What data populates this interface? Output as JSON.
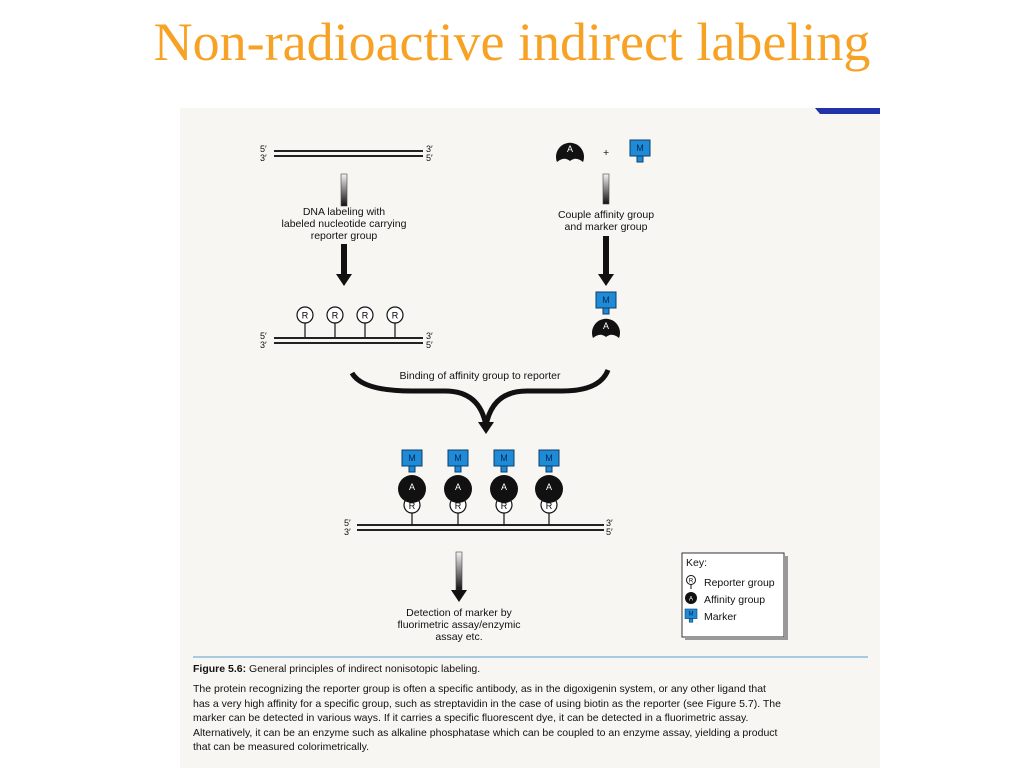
{
  "title": "Non-radioactive indirect labeling",
  "strand_ends": {
    "five": "5′",
    "three": "3′"
  },
  "steps": {
    "dna_labeling": [
      "DNA labeling with",
      "labeled nucleotide carrying",
      "reporter group"
    ],
    "couple": [
      "Couple affinity group",
      "and marker group"
    ],
    "binding": "Binding of affinity group to reporter",
    "detection": [
      "Detection of marker by",
      "fluorimetric assay/enzymic",
      "assay etc."
    ]
  },
  "plus": "+",
  "symbols": {
    "reporter": "R",
    "affinity": "A",
    "marker": "M"
  },
  "key": {
    "heading": "Key:",
    "items": [
      "Reporter group",
      "Affinity group",
      "Marker"
    ]
  },
  "caption": {
    "figure": "Figure 5.6:",
    "title": "General principles of indirect nonisotopic labeling.",
    "lines": [
      "The protein recognizing the reporter group is often a specific antibody, as in the digoxigenin system, or any other ligand that",
      "has a very high affinity for a specific group, such as streptavidin in the case of using biotin as the reporter (see Figure 5.7). The",
      "marker can be detected in various ways. If it carries a specific fluorescent dye, it can be detected in a fluorimetric assay.",
      "Alternatively, it can be an enzyme such as alkaline phosphatase which can be coupled to an enzyme assay, yielding a product",
      "that can be measured colorimetrically."
    ]
  },
  "colors": {
    "title": "#f7a224",
    "marker": "#1f8ad6",
    "affinity": "#111111",
    "background": "#f7f6f2"
  }
}
